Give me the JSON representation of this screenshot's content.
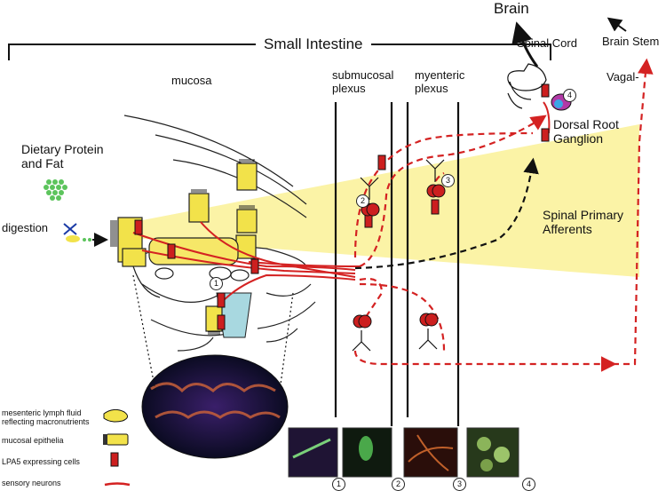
{
  "header": {
    "title": "Small Intestine"
  },
  "regions": {
    "mucosa": "mucosa",
    "submucosal": [
      "submucosal",
      "plexus"
    ],
    "myenteric": [
      "myenteric",
      "plexus"
    ]
  },
  "targets": {
    "brain": "Brain",
    "spinal_cord": "Spinal Cord",
    "brain_stem": "Brain Stem",
    "vagal": "Vagal-"
  },
  "inputs": {
    "diet": [
      "Dietary Protein",
      "and Fat"
    ],
    "digestion": "digestion"
  },
  "ganglion": [
    "Dorsal Root",
    "Ganglion"
  ],
  "afferents": [
    "Spinal Primary",
    "Afferents"
  ],
  "markers": [
    "1",
    "2",
    "3",
    "4"
  ],
  "legend": [
    {
      "lines": [
        "mesenteric lymph fluid",
        "reflecting macronutrients"
      ],
      "icon": "lymph-fluid"
    },
    {
      "lines": [
        "mucosal epithelia"
      ],
      "icon": "epithelium"
    },
    {
      "lines": [
        "LPA5 expressing cells"
      ],
      "icon": "lpa5-cell"
    },
    {
      "lines": [
        "sensory neurons"
      ],
      "icon": "sensory-neuron"
    }
  ],
  "colors": {
    "pathway": "#d42222",
    "cone": "#fbf3a6",
    "epithelium": "#f2e24a",
    "lpa5": "#cc1f1f",
    "nutrient": "#5cc45c",
    "crypt": "#a8d8e0"
  }
}
